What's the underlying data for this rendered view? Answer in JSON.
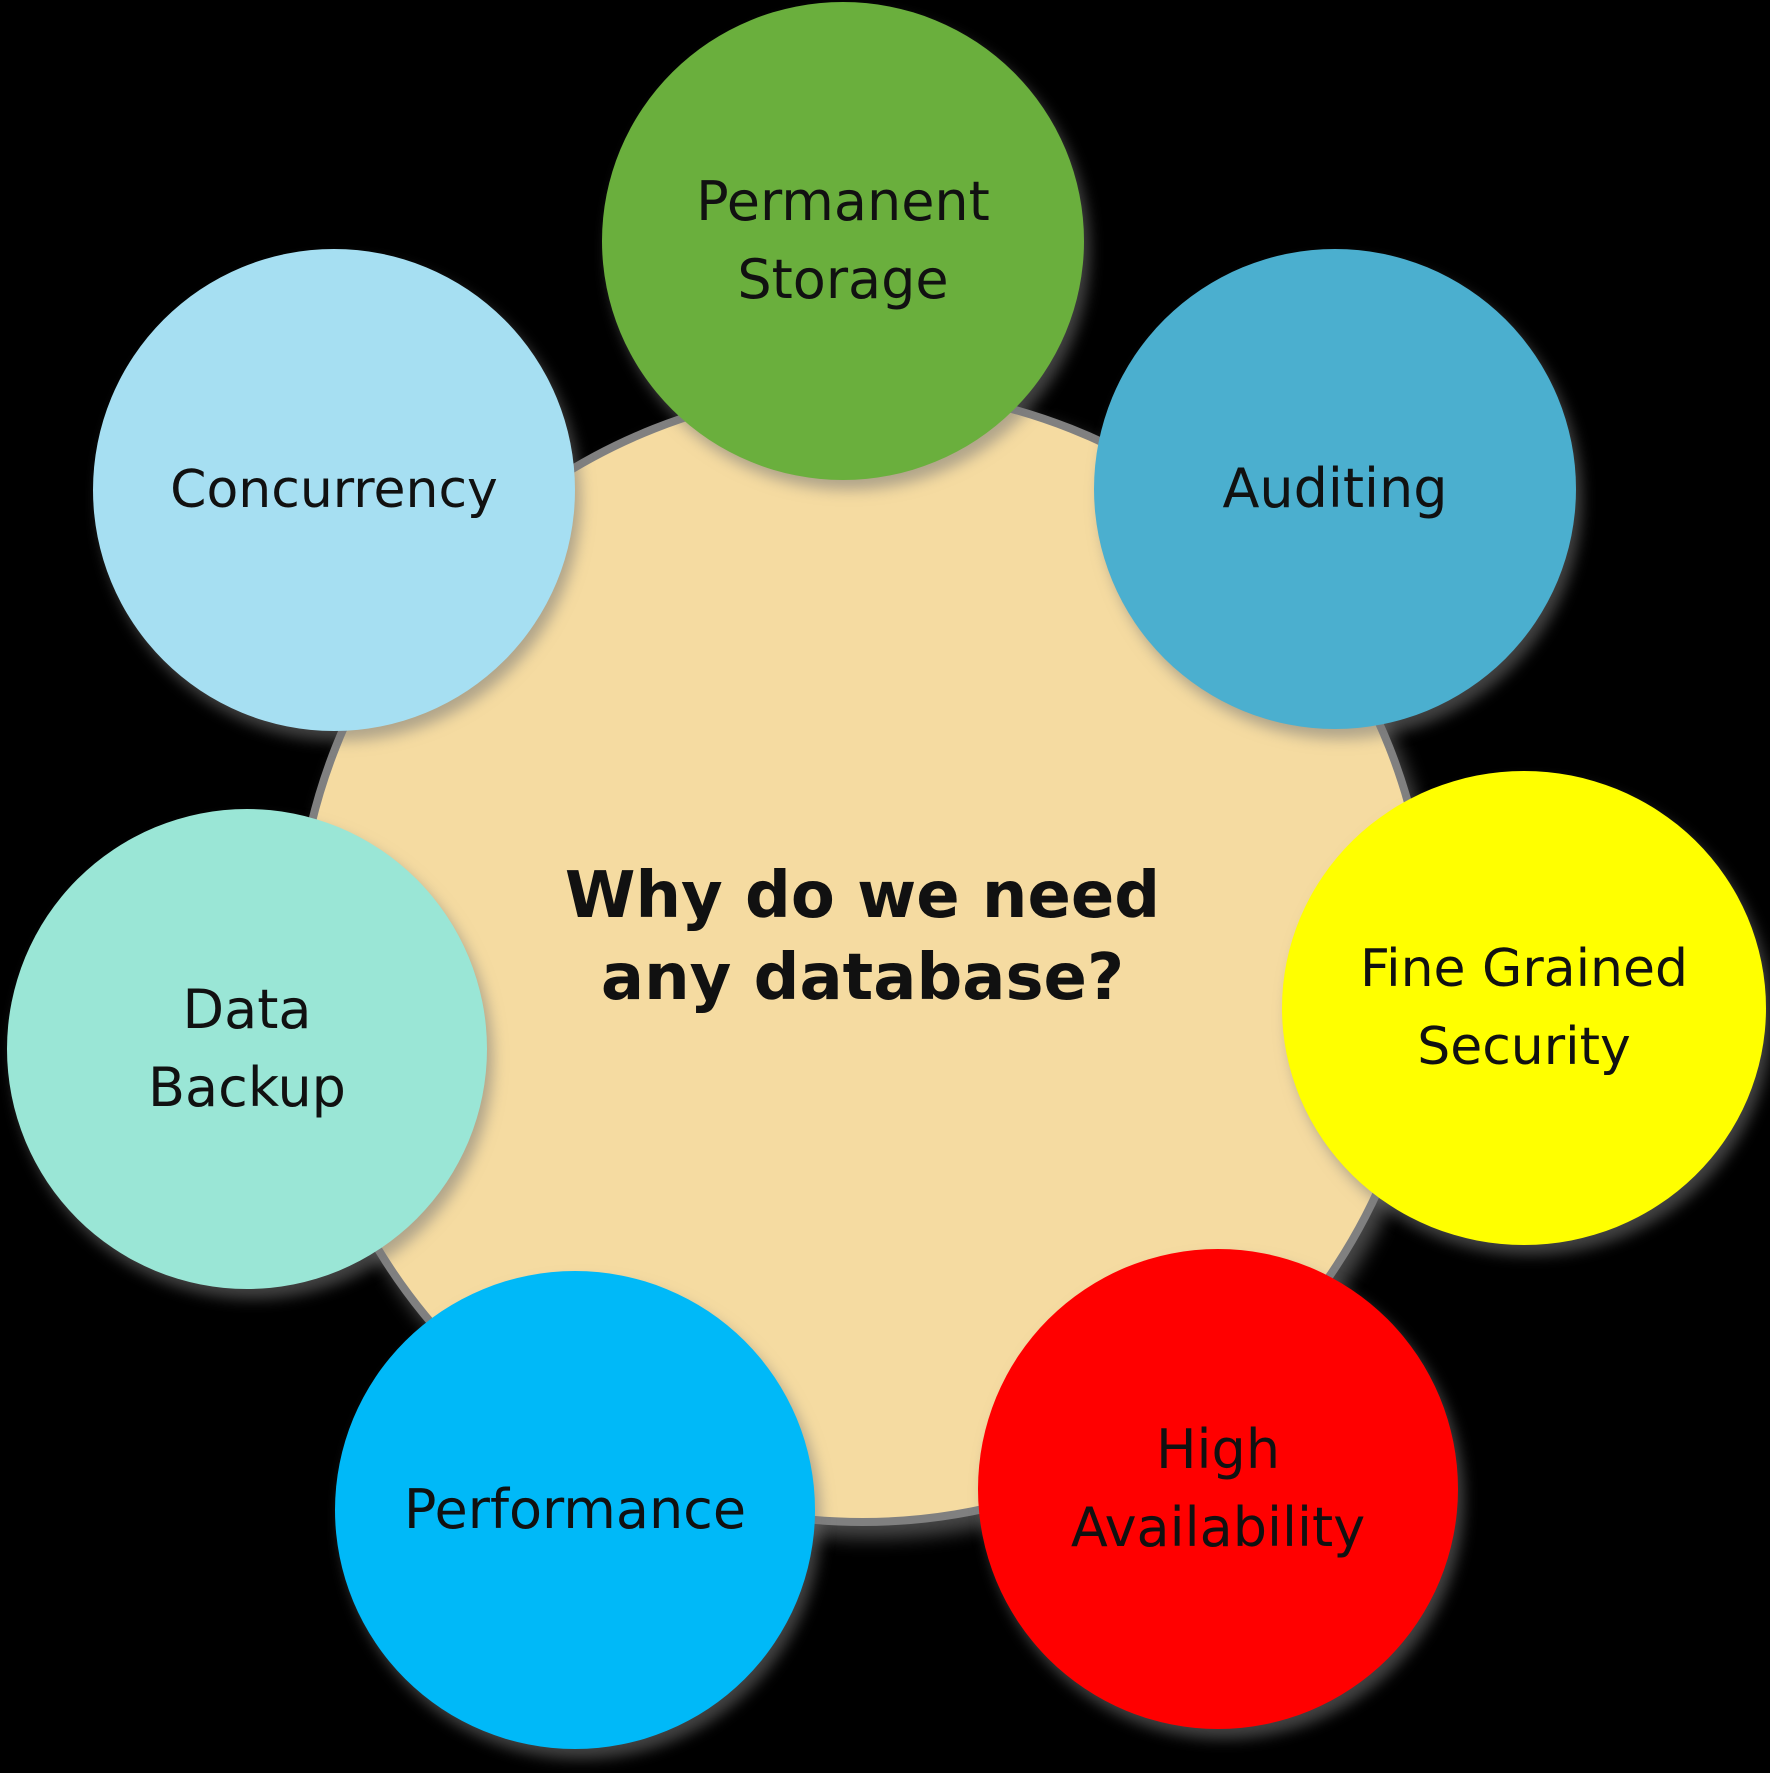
{
  "center": {
    "line1": "Why do we need",
    "line2": "any database?",
    "color": "#F5DBA1"
  },
  "nodes": [
    {
      "id": "permanent",
      "lines": [
        "Permanent",
        "Storage"
      ],
      "color": "#6AAF3D"
    },
    {
      "id": "auditing",
      "lines": [
        "Auditing"
      ],
      "color": "#4BAFCF"
    },
    {
      "id": "finegrain",
      "lines": [
        "Fine Grained",
        "Security"
      ],
      "color": "#FFFF00"
    },
    {
      "id": "high",
      "lines": [
        "High",
        "Availability"
      ],
      "color": "#FF0000"
    },
    {
      "id": "perf",
      "lines": [
        "Performance"
      ],
      "color": "#00B9F8"
    },
    {
      "id": "backup",
      "lines": [
        "Data",
        "Backup"
      ],
      "color": "#9AE6D6"
    },
    {
      "id": "concur",
      "lines": [
        "Concurrency"
      ],
      "color": "#A6DFF2"
    }
  ]
}
